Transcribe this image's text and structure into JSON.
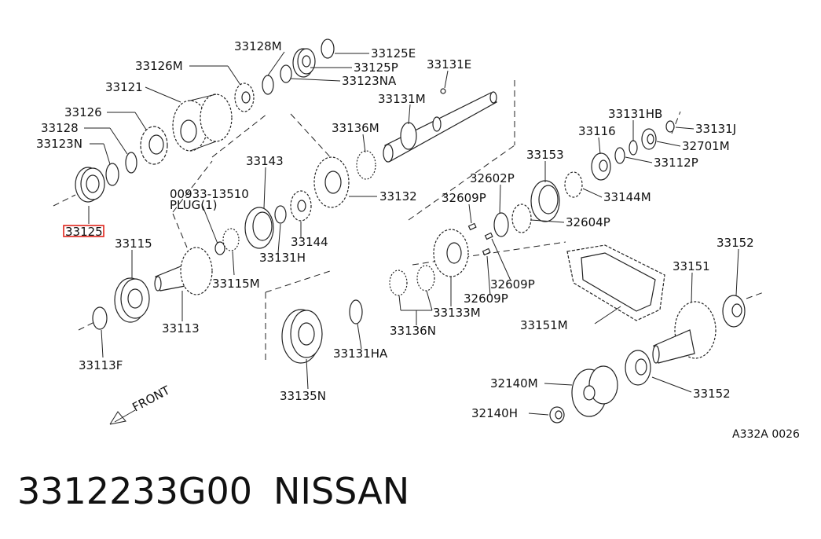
{
  "labels": {
    "l33128M": "33128M",
    "l33125E": "33125E",
    "l33126M": "33126M",
    "l33125P": "33125P",
    "l33131E": "33131E",
    "l33123NA": "33123NA",
    "l33121": "33121",
    "l33131M": "33131M",
    "l33126": "33126",
    "l33128": "33128",
    "l33136M": "33136M",
    "l33131HB": "33131HB",
    "l33131J": "33131J",
    "l33116": "33116",
    "l32701M": "32701M",
    "l33123N": "33123N",
    "l33153": "33153",
    "l33112P": "33112P",
    "l33143": "33143",
    "l32602P": "32602P",
    "l00933": "00933-13510",
    "lPlug": "PLUG(1)",
    "l33132": "33132",
    "l33144M": "33144M",
    "l32609P_a": "32609P",
    "l33125": "33125",
    "l32604P": "32604P",
    "l33115": "33115",
    "l33144": "33144",
    "l33152_a": "33152",
    "l33131H": "33131H",
    "l33151": "33151",
    "l33115M": "33115M",
    "l32609P_b": "32609P",
    "l32609P_c": "32609P",
    "l33133M": "33133M",
    "l33113": "33113",
    "l33151M": "33151M",
    "l33136N": "33136N",
    "l33131HA": "33131HA",
    "l33113F": "33113F",
    "l32140M": "32140M",
    "l33152_b": "33152",
    "lFront": "FRONT",
    "l33135N": "33135N",
    "l32140H": "32140H",
    "lRef": "A332A 0026"
  },
  "caption": {
    "part_number": "3312233G00",
    "brand": "NISSAN"
  },
  "highlight_color": "#e0241c"
}
